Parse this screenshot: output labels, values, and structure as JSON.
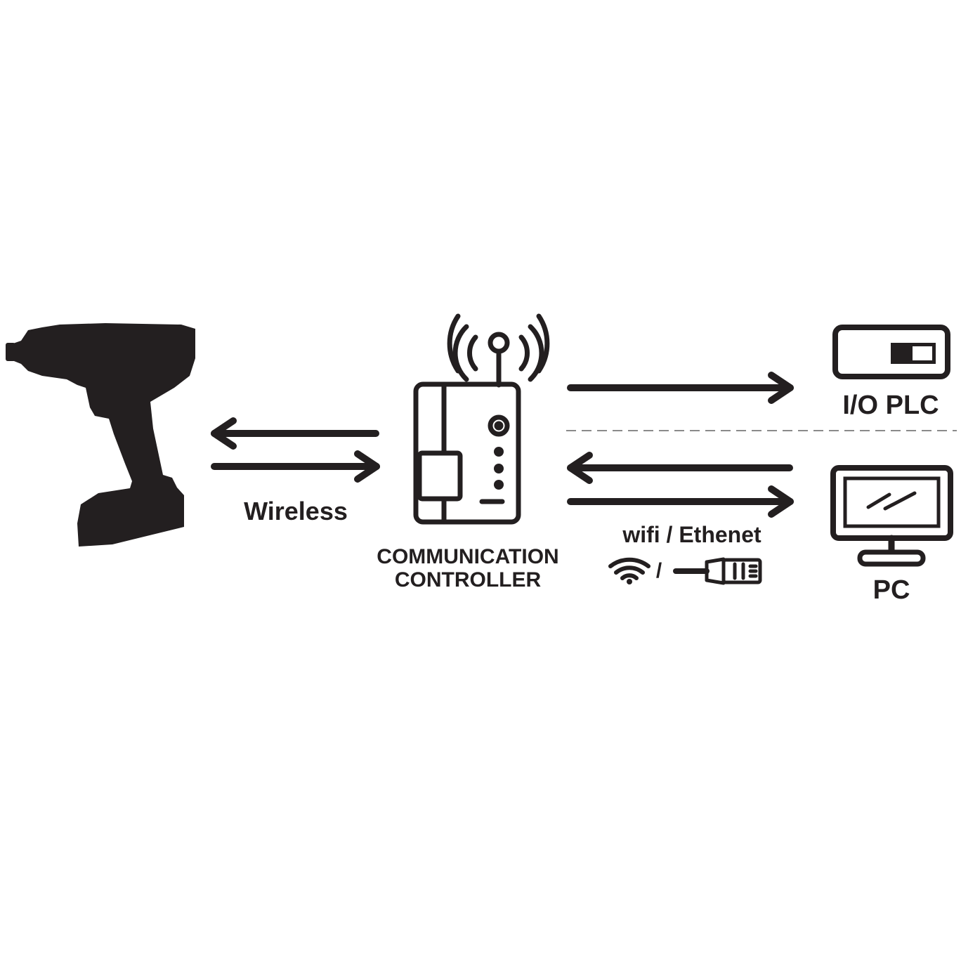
{
  "colors": {
    "ink": "#231f20",
    "background": "#ffffff",
    "divider": "#8a8a8a"
  },
  "labels": {
    "wireless": "Wireless",
    "controller_line1": "COMMUNICATION",
    "controller_line2": "CONTROLLER",
    "connection": "wifi / Ethenet",
    "icon_separator": "/",
    "plc": "I/O PLC",
    "pc": "PC"
  },
  "icons": {
    "tool": "impact-driver-icon",
    "controller": "router-icon",
    "wifi": "wifi-icon",
    "ethernet": "ethernet-plug-icon",
    "plc": "plc-icon",
    "pc": "monitor-icon"
  }
}
